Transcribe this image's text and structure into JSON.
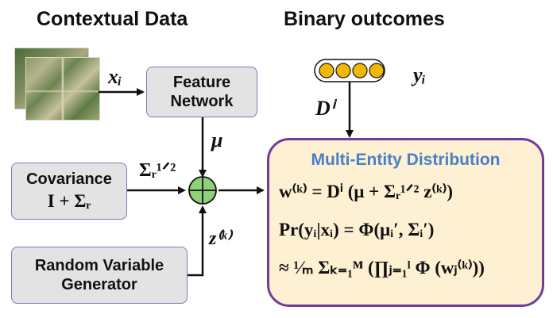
{
  "headings": {
    "contextual": "Contextual Data",
    "binary": "Binary outcomes"
  },
  "labels": {
    "x_i": "xᵢ",
    "mu": "μ",
    "d_i": "Dⁱ",
    "y_i": "yᵢ",
    "sigma": "Σᵣ¹ᐟ²",
    "z_k": "z⁽ᵏ⁾"
  },
  "boxes": {
    "feature_network": "Feature Network",
    "covariance_title": "Covariance",
    "covariance_expr": "I + Σᵣ",
    "random_generator": "Random Variable Generator"
  },
  "distribution": {
    "title": "Multi-Entity Distribution",
    "eq1": "w⁽ᵏ⁾ = Dⁱ (μ + Σᵣ¹ᐟ² z⁽ᵏ⁾)",
    "eq2": "Pr(yᵢ|xᵢ) = Φ(μᵢ′, Σᵢ′)",
    "eq3": "≈ ¹⁄ₘ Σₖ₌₁ᴹ (∏ⱼ₌₁ˡ Φ (wⱼ⁽ᵏ⁾))"
  },
  "colors": {
    "box_fill": "#e3e3e3",
    "box_border": "#8a72b8",
    "dist_fill": "#fdf0d3",
    "dist_border": "#6f3d97",
    "dist_title": "#4a7fc5",
    "outcome_dots": "#f2b705",
    "sum_node": "#8fd07a"
  },
  "icons": [
    "satellite-image-stack",
    "sum-node",
    "outcome-dots"
  ]
}
